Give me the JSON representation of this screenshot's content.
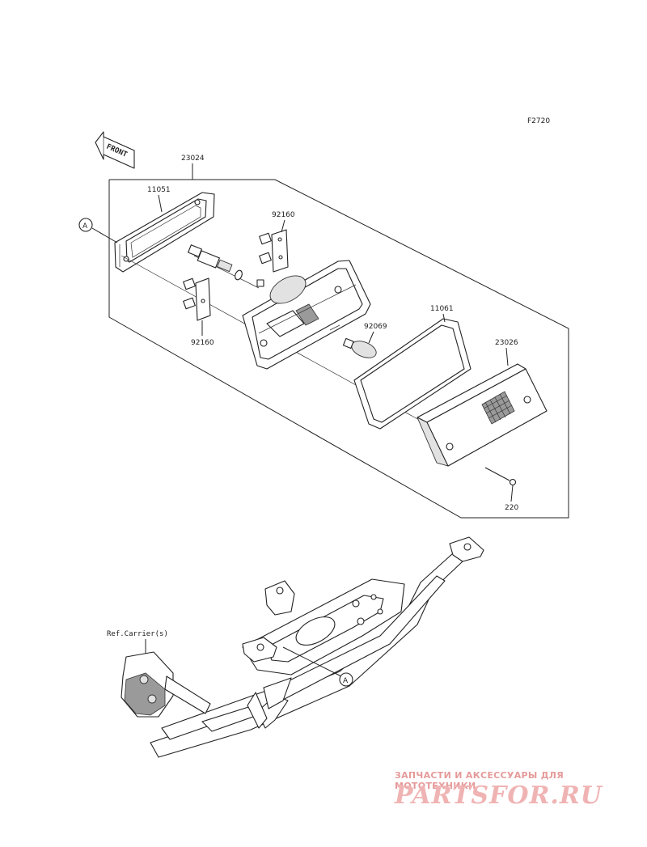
{
  "diagram": {
    "code": "F2720",
    "front_label": "FRONT",
    "callouts": {
      "assembly": "23024",
      "reflector_left": "11051",
      "socket_upper": "92160",
      "socket_lower": "92160",
      "bulb": "92069",
      "gasket": "11061",
      "lens": "23026",
      "screw": "220",
      "ref_point_top": "A",
      "ref_point_bottom": "A",
      "ref_carrier": "Ref.Carrier(s)"
    }
  },
  "watermark": {
    "tagline": "ЗАПЧАСТИ И АКСЕССУАРЫ ДЛЯ МОТОТЕХНИКИ",
    "brand": "PARTSFOR.RU"
  }
}
